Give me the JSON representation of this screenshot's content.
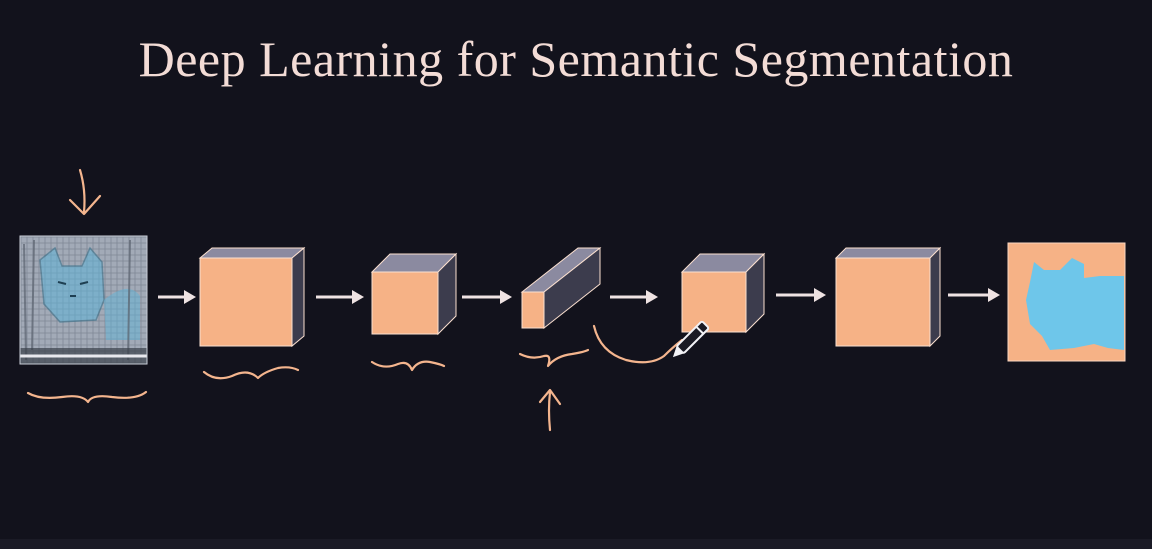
{
  "slide": {
    "title": "Deep Learning for Semantic Segmentation"
  },
  "diagram": {
    "input_image": "cat photo (input)",
    "output_image": "segmentation mask of cat",
    "colors": {
      "background": "#12121c",
      "block_front": "#f6b286",
      "block_top": "#8b8aa0",
      "mask_foreground": "#6ec6ea",
      "mask_background": "#f6b286",
      "annotation_ink": "#f4b58e",
      "arrow": "#efe3e3"
    },
    "icons": [
      "pencil-icon",
      "down-arrow-annotation",
      "up-arrow-annotation"
    ]
  }
}
